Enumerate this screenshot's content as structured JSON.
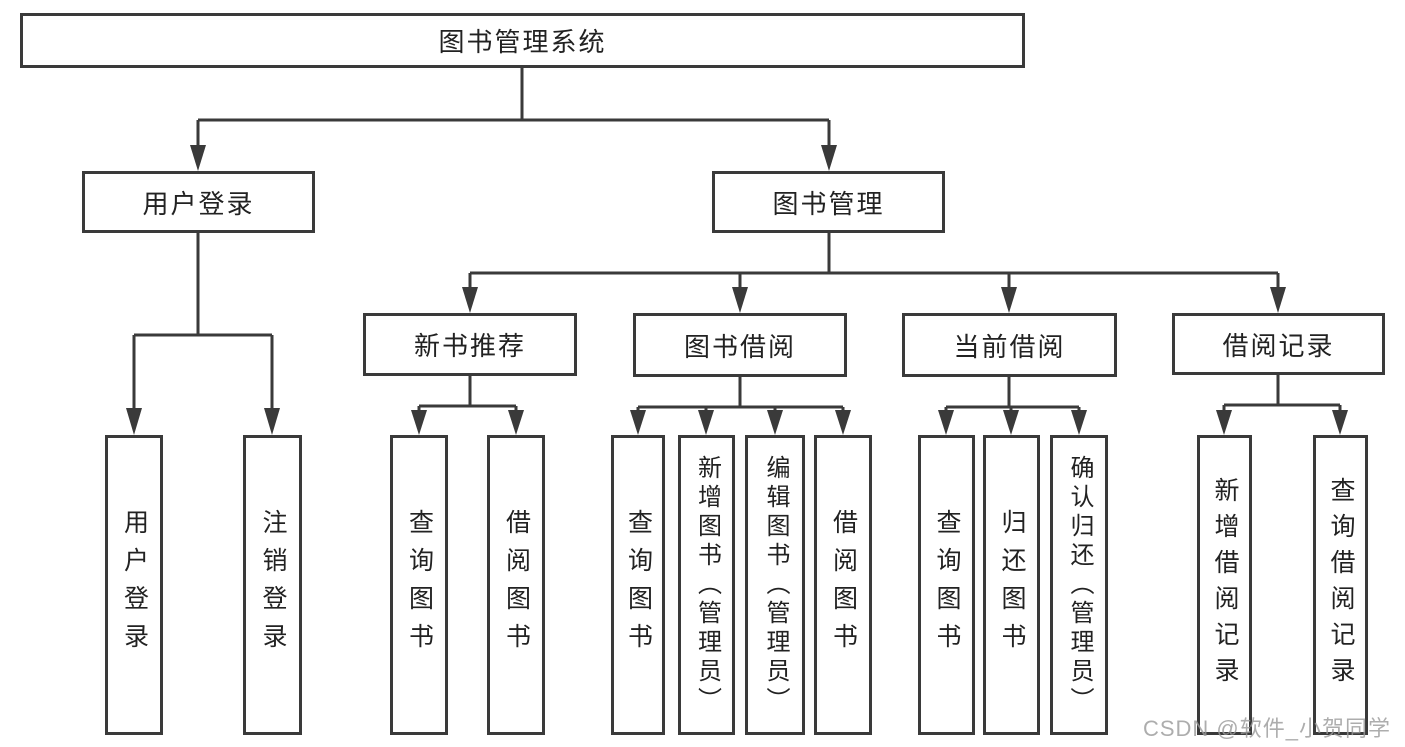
{
  "colors": {
    "line": "#3a3a3a",
    "box_border": "#3a3a3a",
    "text": "#222222",
    "background": "#ffffff",
    "watermark": "#9b9b9b"
  },
  "watermark": {
    "text": "CSDN @软件_小贺同学"
  },
  "tree": {
    "label": "图书管理系统",
    "children": [
      {
        "label": "用户登录",
        "children": [
          {
            "label": "用户登录"
          },
          {
            "label": "注销登录"
          }
        ]
      },
      {
        "label": "图书管理",
        "children": [
          {
            "label": "新书推荐",
            "children": [
              {
                "label": "查询图书"
              },
              {
                "label": "借阅图书"
              }
            ]
          },
          {
            "label": "图书借阅",
            "children": [
              {
                "label": "查询图书"
              },
              {
                "label": "新增图书（管理员）"
              },
              {
                "label": "编辑图书（管理员）"
              },
              {
                "label": "借阅图书"
              }
            ]
          },
          {
            "label": "当前借阅",
            "children": [
              {
                "label": "查询图书"
              },
              {
                "label": "归还图书"
              },
              {
                "label": "确认归还（管理员）"
              }
            ]
          },
          {
            "label": "借阅记录",
            "children": [
              {
                "label": "新增借阅记录"
              },
              {
                "label": "查询借阅记录"
              }
            ]
          }
        ]
      }
    ]
  }
}
